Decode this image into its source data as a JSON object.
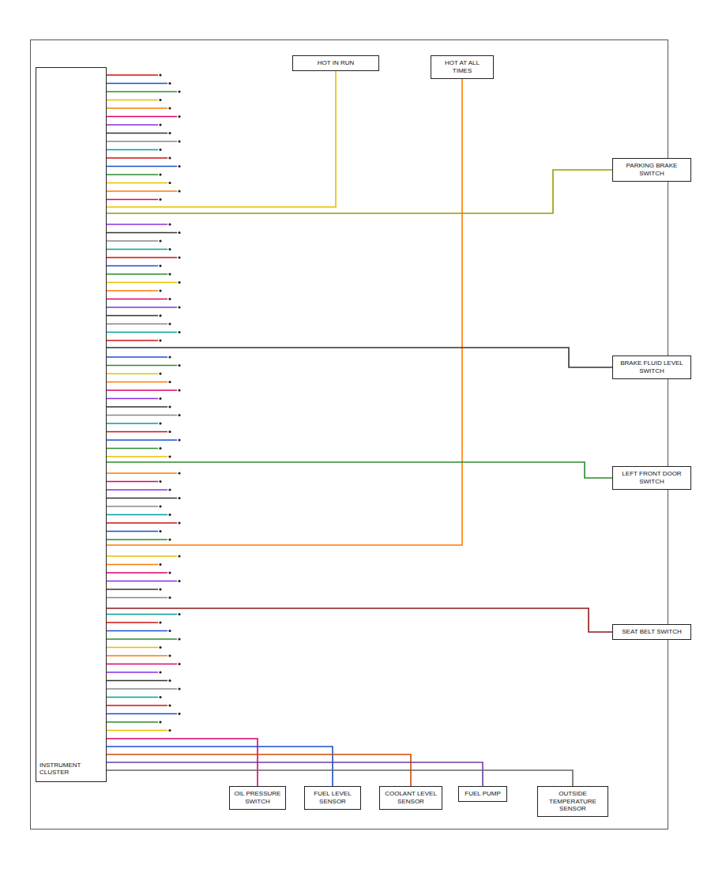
{
  "diagram": {
    "nodes": [
      {
        "text": [
          "INSTRUMENT CLUSTER"
        ]
      },
      {
        "text": [
          "HOT IN RUN"
        ]
      },
      {
        "text": [
          "HOT AT ALL TIMES"
        ]
      },
      {
        "text": [
          "PARKING BRAKE SWITCH"
        ]
      },
      {
        "text": [
          "BRAKE FLUID LEVEL SWITCH"
        ]
      },
      {
        "text": [
          "LEFT FRONT DOOR SWITCH"
        ]
      },
      {
        "text": [
          "SEAT BELT SWITCH"
        ]
      },
      {
        "text": [
          "OIL PRESSURE SWITCH"
        ]
      },
      {
        "text": [
          "FUEL LEVEL SENSOR"
        ]
      },
      {
        "text": [
          "COOLANT LEVEL SENSOR"
        ]
      },
      {
        "text": [
          "FUEL PUMP"
        ]
      },
      {
        "text": [
          "OUTSIDE TEMPERATURE SENSOR"
        ]
      }
    ],
    "edges": [
      {
        "from": 1,
        "to": 0,
        "arrow": "none"
      },
      {
        "from": 2,
        "to": 0,
        "arrow": "none"
      },
      {
        "from": 0,
        "to": 3,
        "arrow": "none"
      },
      {
        "from": 0,
        "to": 4,
        "arrow": "none"
      },
      {
        "from": 0,
        "to": 5,
        "arrow": "none"
      },
      {
        "from": 0,
        "to": 6,
        "arrow": "none"
      },
      {
        "from": 0,
        "to": 7,
        "arrow": "none"
      },
      {
        "from": 0,
        "to": 8,
        "arrow": "none"
      },
      {
        "from": 0,
        "to": 9,
        "arrow": "none"
      },
      {
        "from": 0,
        "to": 10,
        "arrow": "none"
      },
      {
        "from": 0,
        "to": 11,
        "arrow": "none"
      }
    ]
  }
}
